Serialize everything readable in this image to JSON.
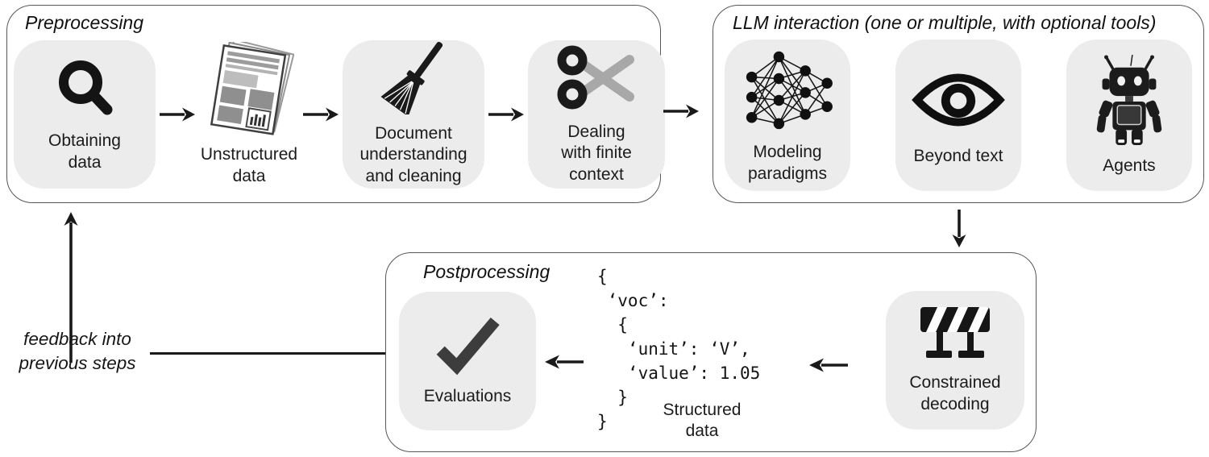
{
  "colors": {
    "tile_bg": "#ececec",
    "box_border": "#575757",
    "text": "#1c1c1c",
    "scissor_blade_gray": "#a8a8a8",
    "checkmark_gray": "#3d3d3d",
    "arrow_black": "#1a1a1a"
  },
  "groups": {
    "preprocessing": {
      "title": "Preprocessing",
      "items": [
        {
          "icon": "search-icon",
          "label": "Obtaining\ndata"
        },
        {
          "icon": "newspaper-icon",
          "label": "Unstructured\ndata"
        },
        {
          "icon": "broom-icon",
          "label": "Document\nunderstanding\nand cleaning"
        },
        {
          "icon": "scissors-icon",
          "label": "Dealing\nwith finite\ncontext"
        }
      ]
    },
    "llm": {
      "title": "LLM interaction (one or multiple, with optional tools)",
      "items": [
        {
          "icon": "neural-network-icon",
          "label": "Modeling\nparadigms"
        },
        {
          "icon": "eye-icon",
          "label": "Beyond text"
        },
        {
          "icon": "robot-icon",
          "label": "Agents"
        }
      ]
    },
    "postprocessing": {
      "title": "Postprocessing",
      "items": [
        {
          "icon": "checkmark-icon",
          "label": "Evaluations"
        },
        {
          "icon": "barrier-icon",
          "label": "Constrained\ndecoding"
        }
      ],
      "code": {
        "lines": [
          "{",
          " ‘voc’:",
          "  {",
          "   ‘unit’: ‘V’,",
          "   ‘value’: 1.05",
          "  }",
          "}"
        ],
        "caption": "Structured\ndata"
      }
    }
  },
  "feedback_label": "feedback into\nprevious steps"
}
